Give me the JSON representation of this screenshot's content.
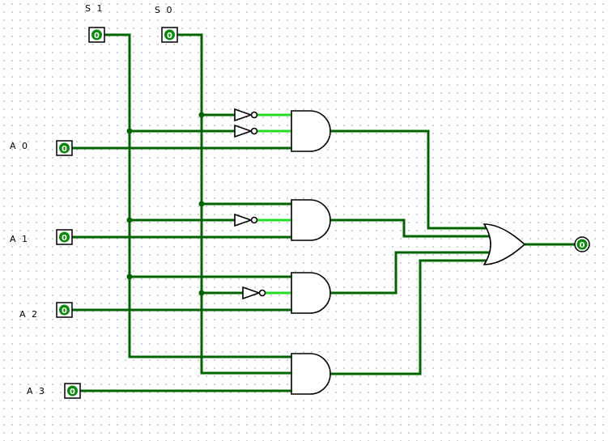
{
  "inputs": {
    "s1": {
      "label": "S 1",
      "value": "0"
    },
    "s0": {
      "label": "S 0",
      "value": "0"
    },
    "a0": {
      "label": "A 0",
      "value": "0"
    },
    "a1": {
      "label": "A 1",
      "value": "0"
    },
    "a2": {
      "label": "A 2",
      "value": "0"
    },
    "a3": {
      "label": "A 3",
      "value": "0"
    }
  },
  "output": {
    "value": "0"
  },
  "colors": {
    "wire": "#006400",
    "wire_active": "#22dd22",
    "pin_core": "#0a8a0a",
    "grid_dot": "#c4c4c4"
  },
  "components": [
    "and-gate",
    "or-gate",
    "not-gate",
    "input-pin",
    "output-pin"
  ]
}
